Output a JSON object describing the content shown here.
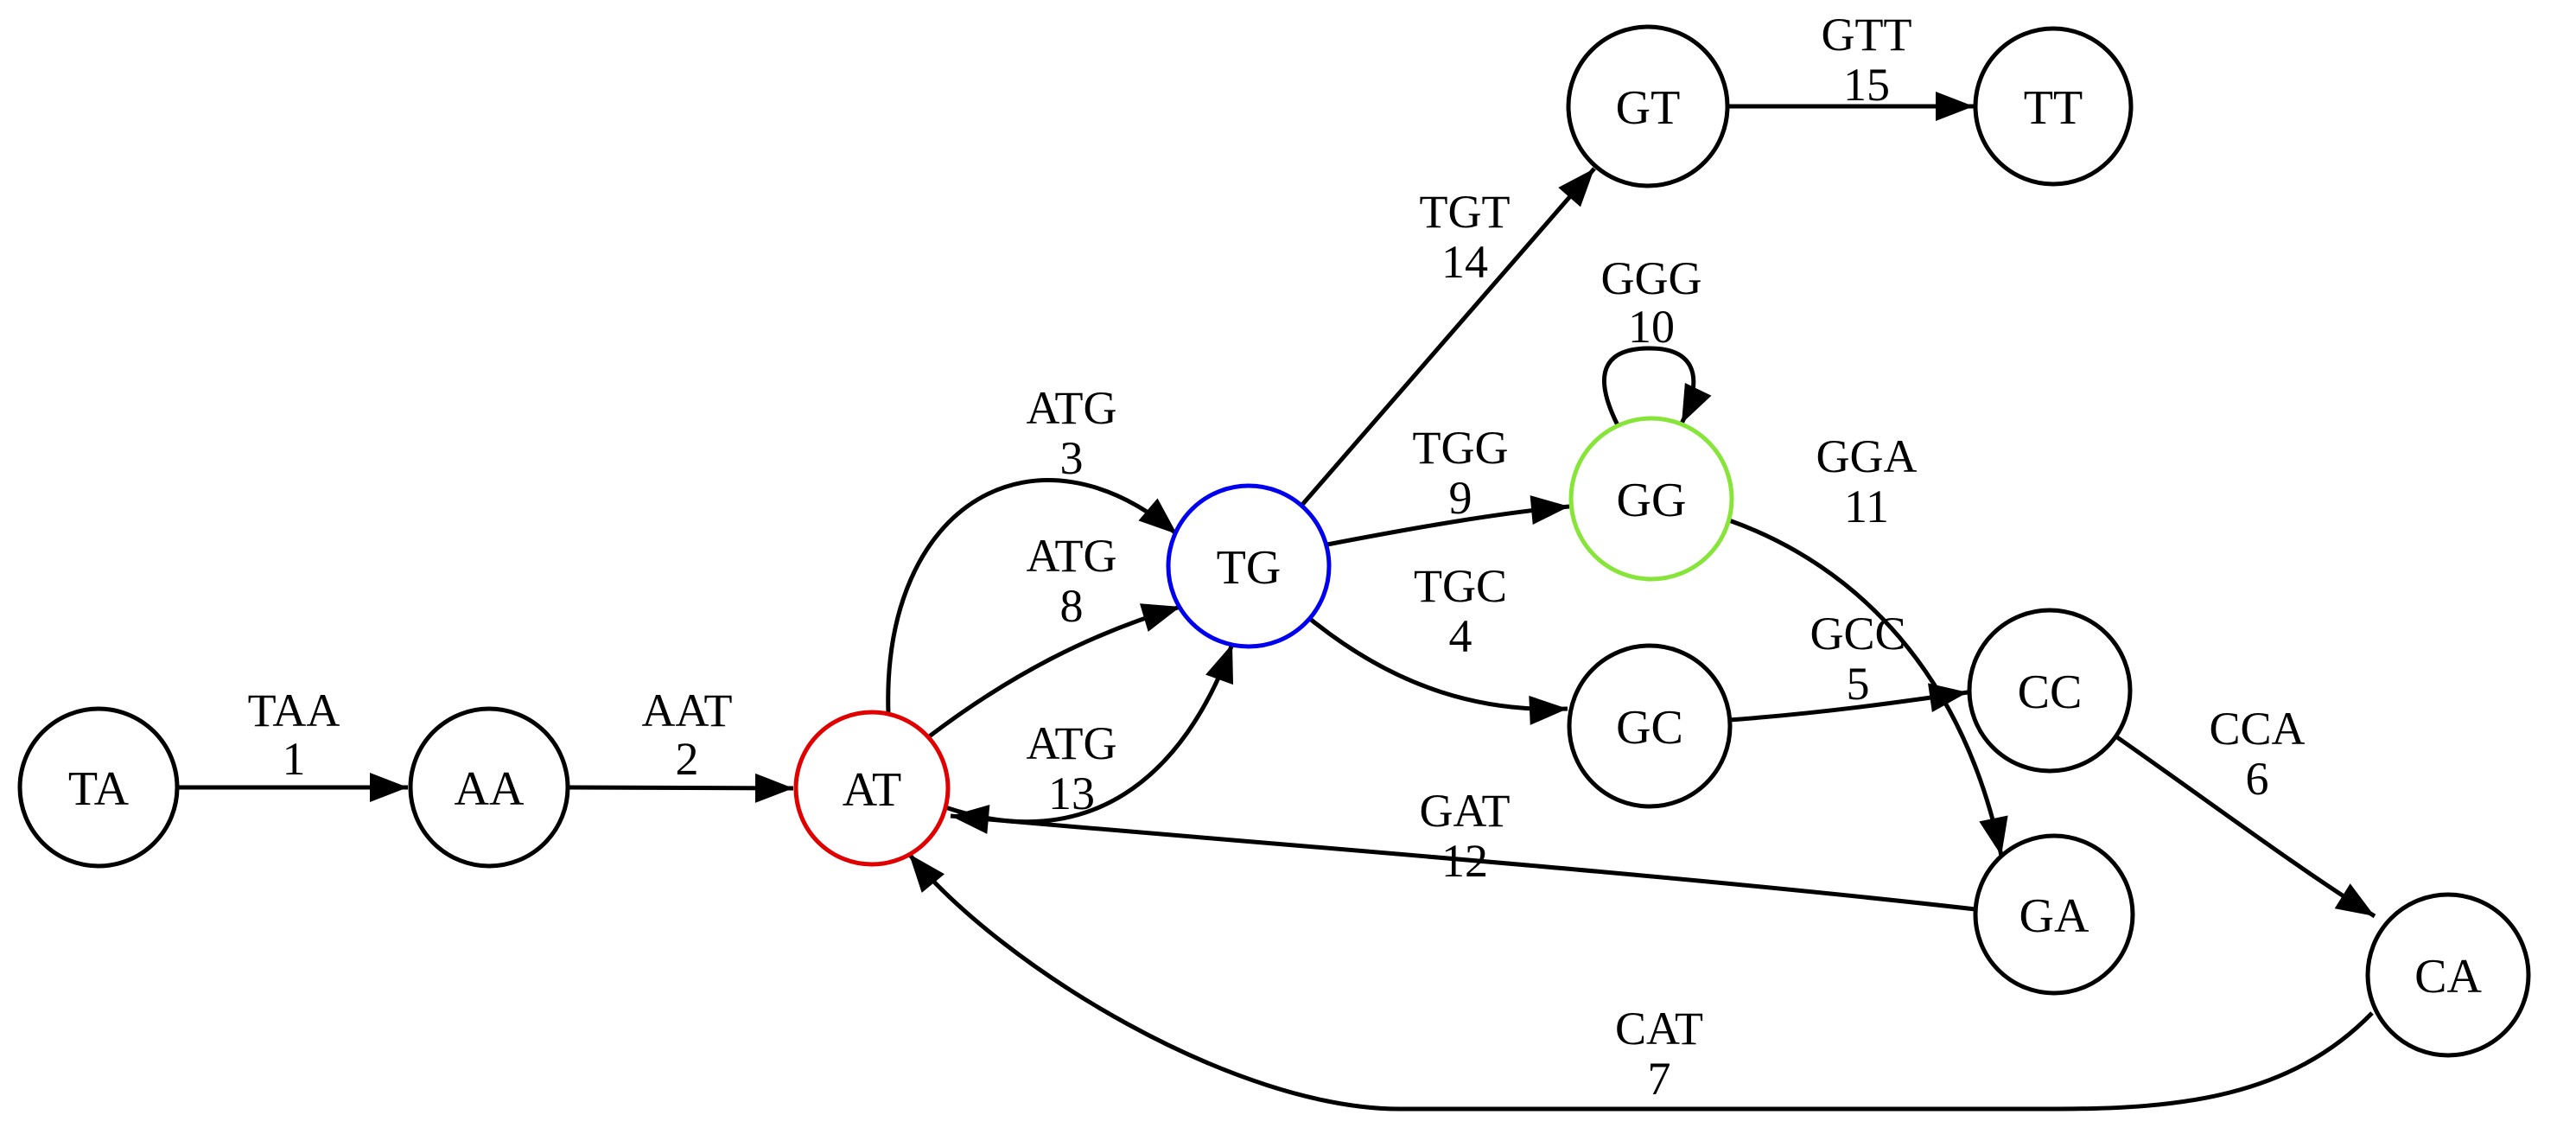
{
  "diagram": {
    "type": "directed-graph",
    "description": "De Bruijn graph of 2-mer nodes connected by numbered 3-mer edges",
    "colors": {
      "background": "#ffffff",
      "default_outline": "#000000",
      "at_outline": "#e00000",
      "tg_outline": "#0000ee",
      "gg_outline": "#87e53a",
      "edge_stroke": "#000000",
      "text": "#000000"
    },
    "nodes": [
      {
        "id": "TA",
        "label": "TA",
        "outline": "#000000"
      },
      {
        "id": "AA",
        "label": "AA",
        "outline": "#000000"
      },
      {
        "id": "AT",
        "label": "AT",
        "outline": "#e00000"
      },
      {
        "id": "TG",
        "label": "TG",
        "outline": "#0000ee"
      },
      {
        "id": "GT",
        "label": "GT",
        "outline": "#000000"
      },
      {
        "id": "TT",
        "label": "TT",
        "outline": "#000000"
      },
      {
        "id": "GG",
        "label": "GG",
        "outline": "#87e53a"
      },
      {
        "id": "GC",
        "label": "GC",
        "outline": "#000000"
      },
      {
        "id": "CC",
        "label": "CC",
        "outline": "#000000"
      },
      {
        "id": "GA",
        "label": "GA",
        "outline": "#000000"
      },
      {
        "id": "CA",
        "label": "CA",
        "outline": "#000000"
      }
    ],
    "edges": [
      {
        "number": "1",
        "label": "TAA",
        "from": "TA",
        "to": "AA"
      },
      {
        "number": "2",
        "label": "AAT",
        "from": "AA",
        "to": "AT"
      },
      {
        "number": "3",
        "label": "ATG",
        "from": "AT",
        "to": "TG"
      },
      {
        "number": "4",
        "label": "TGC",
        "from": "TG",
        "to": "GC"
      },
      {
        "number": "5",
        "label": "GCC",
        "from": "GC",
        "to": "CC"
      },
      {
        "number": "6",
        "label": "CCA",
        "from": "CC",
        "to": "CA"
      },
      {
        "number": "7",
        "label": "CAT",
        "from": "CA",
        "to": "AT"
      },
      {
        "number": "8",
        "label": "ATG",
        "from": "AT",
        "to": "TG"
      },
      {
        "number": "9",
        "label": "TGG",
        "from": "TG",
        "to": "GG"
      },
      {
        "number": "10",
        "label": "GGG",
        "from": "GG",
        "to": "GG"
      },
      {
        "number": "11",
        "label": "GGA",
        "from": "GG",
        "to": "GA"
      },
      {
        "number": "12",
        "label": "GAT",
        "from": "GA",
        "to": "AT"
      },
      {
        "number": "13",
        "label": "ATG",
        "from": "AT",
        "to": "TG"
      },
      {
        "number": "14",
        "label": "TGT",
        "from": "TG",
        "to": "GT"
      },
      {
        "number": "15",
        "label": "GTT",
        "from": "GT",
        "to": "TT"
      }
    ]
  }
}
